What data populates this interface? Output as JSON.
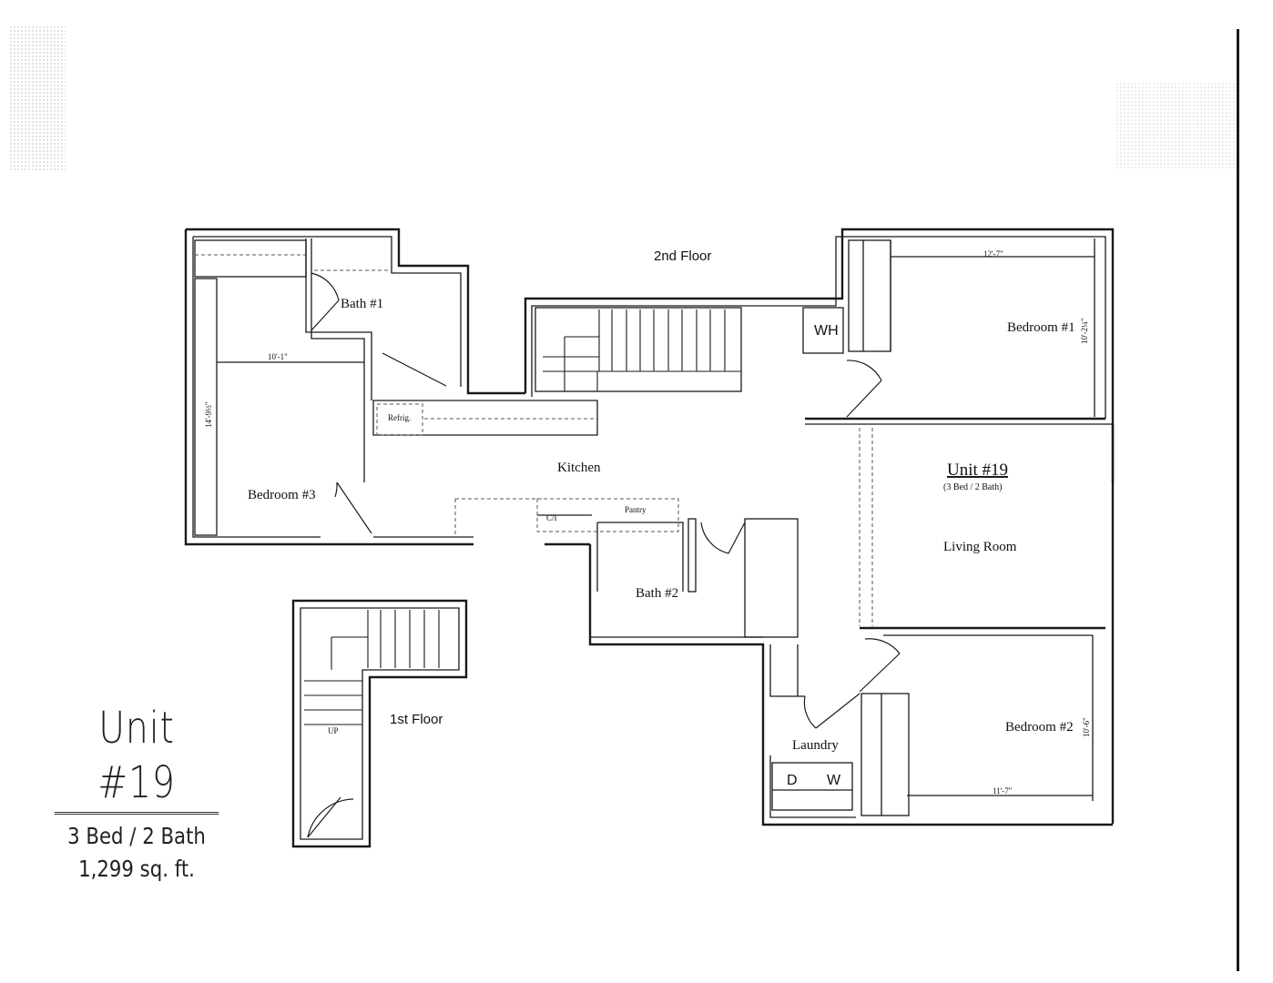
{
  "plan": {
    "floor_2_label": "2nd Floor",
    "floor_1_label": "1st Floor",
    "rooms": {
      "bath_1": "Bath #1",
      "bath_2": "Bath #2",
      "bedroom_1": "Bedroom #1",
      "bedroom_2": "Bedroom #2",
      "bedroom_3": "Bedroom #3",
      "kitchen": "Kitchen",
      "living_room": "Living Room",
      "laundry": "Laundry",
      "pantry": "Pantry",
      "refrigerator": "Refrig.",
      "water_heater": "WH",
      "dryer": "D",
      "washer": "W",
      "closet": "C/I",
      "stairs_up": "UP"
    },
    "dimensions": {
      "bedroom_1_width": "12'-7\"",
      "bedroom_1_depth": "10'-2¼\"",
      "bedroom_2_width": "11'-7\"",
      "bedroom_2_depth": "10'-6\"",
      "bedroom_3_width": "10'-1\"",
      "bedroom_3_depth": "14'-9½\""
    },
    "unit_tag": {
      "name": "Unit #19",
      "beds_baths": "(3 Bed / 2 Bath)"
    }
  },
  "unit_info": {
    "title": "Unit #19",
    "beds_baths": "3 Bed / 2 Bath",
    "square_feet": "1,299 sq. ft."
  }
}
